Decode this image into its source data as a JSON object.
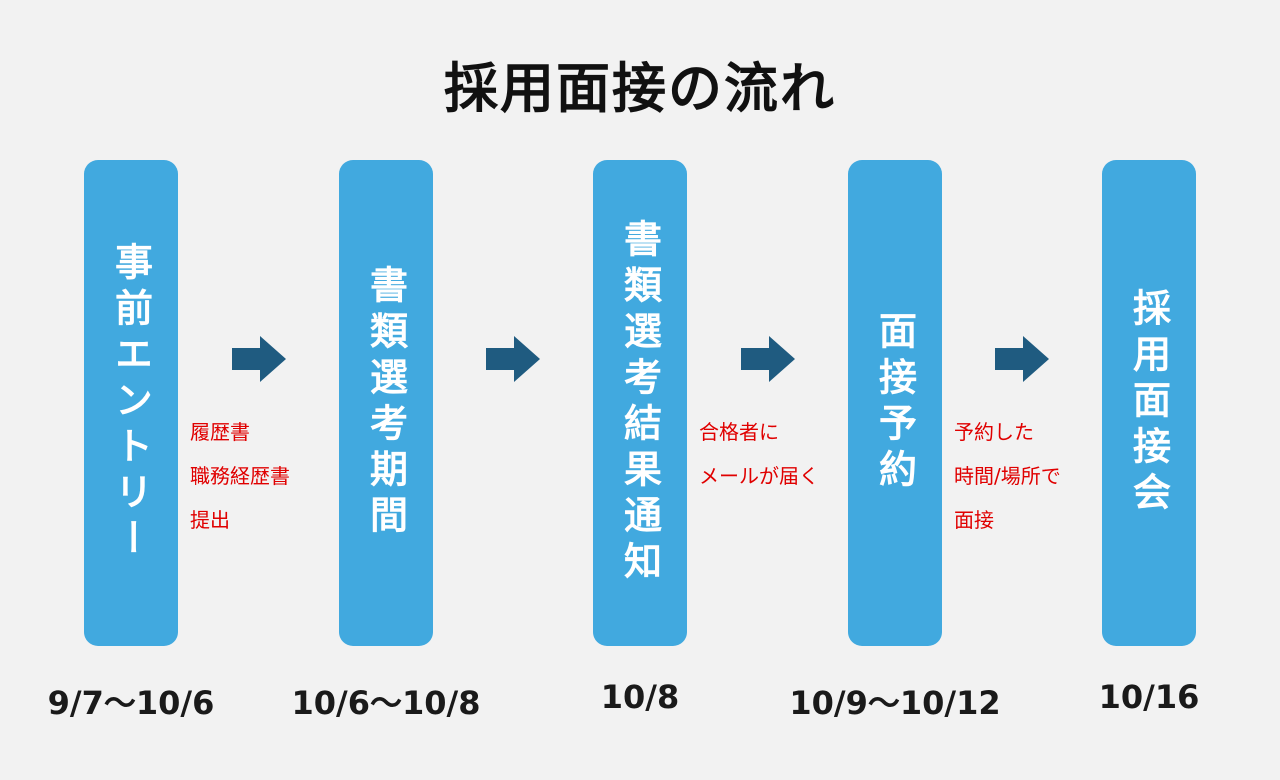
{
  "title": "採用面接の流れ",
  "colors": {
    "card": "#41a9df",
    "arrow": "#1f5b80",
    "note": "#e00000",
    "background": "#f2f2f2"
  },
  "steps": [
    {
      "label": "事前エントリー",
      "date": "9/7〜10/6"
    },
    {
      "label": "書類選考期間",
      "date": "10/6〜10/8"
    },
    {
      "label": "書類選考結果通知",
      "date": "10/8"
    },
    {
      "label": "面接予約",
      "date": "10/9〜10/12"
    },
    {
      "label": "採用面接会",
      "date": "10/16"
    }
  ],
  "notes": [
    {
      "lines": [
        "履歴書",
        "職務経歴書",
        "提出"
      ]
    },
    {
      "lines": [
        "合格者に",
        "メールが届く"
      ]
    },
    {
      "lines": [
        "予約した",
        "時間/場所で",
        "面接"
      ]
    }
  ]
}
